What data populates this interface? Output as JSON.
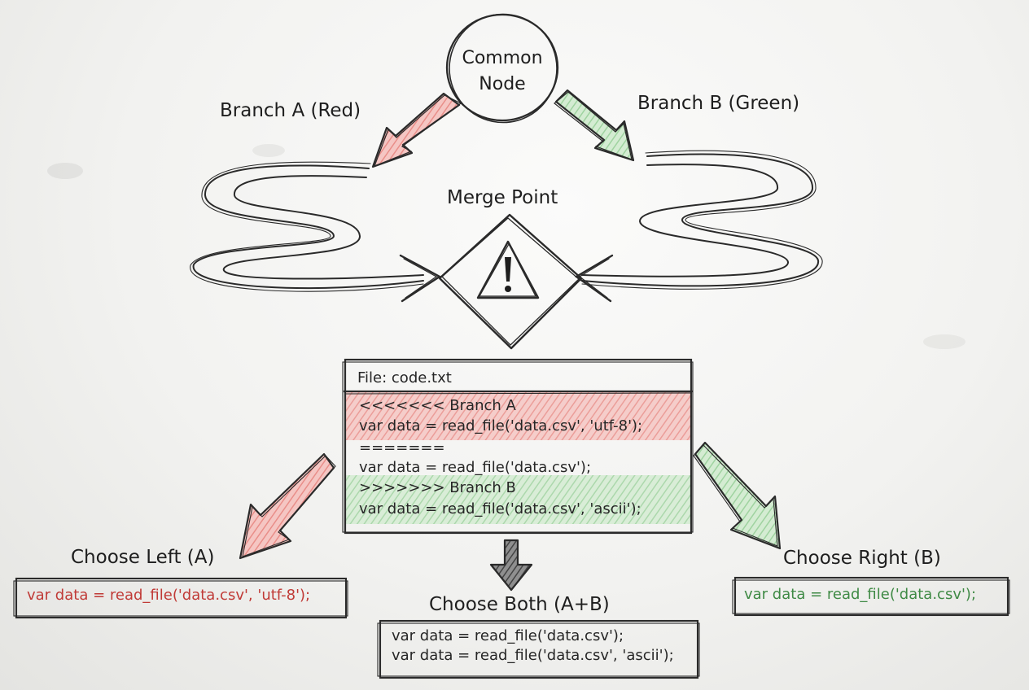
{
  "diagram": {
    "common_node": {
      "label": "Common\nNode"
    },
    "branch_a": {
      "label": "Branch A (Red)",
      "color": "#e88a86"
    },
    "branch_b": {
      "label": "Branch B (Green)",
      "color": "#8fcf92"
    },
    "merge_point": {
      "label": "Merge Point",
      "icon": "warning-triangle-icon"
    },
    "file": {
      "title": "File: code.txt",
      "lines": [
        "<<<<<<< Branch A",
        "var data = read_file('data.csv', 'utf-8');",
        "=======",
        "var data = read_file('data.csv');",
        ">>>>>>> Branch B",
        "var data = read_file('data.csv', 'ascii');"
      ]
    },
    "options": {
      "left": {
        "label": "Choose Left (A)",
        "result": "var data = read_file('data.csv', 'utf-8');",
        "color": "#c03a36"
      },
      "both": {
        "label": "Choose Both (A+B)",
        "result_lines": [
          "var data = read_file('data.csv');",
          "var data = read_file('data.csv', 'ascii');"
        ]
      },
      "right": {
        "label": "Choose Right (B)",
        "result": "var data = read_file('data.csv');",
        "color": "#3f8a45"
      }
    }
  }
}
